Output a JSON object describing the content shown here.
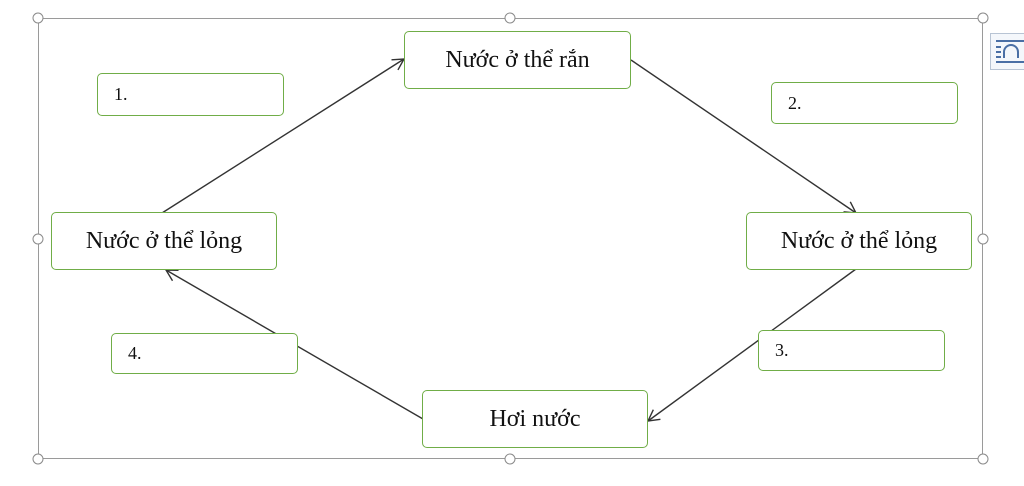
{
  "diagram": {
    "states": {
      "solid": "Nước ở thể rắn",
      "liquid_right": "Nước ở thể lỏng",
      "vapor": "Hơi nước",
      "liquid_left": "Nước ở thể lỏng"
    },
    "answers": {
      "a1": "1.",
      "a2": "2.",
      "a3": "3.",
      "a4": "4."
    },
    "colors": {
      "box_border": "#70ad47",
      "arrow": "#333333",
      "frame": "#9a9a9a"
    }
  },
  "icons": {
    "layout_options": "layout-options-icon"
  }
}
